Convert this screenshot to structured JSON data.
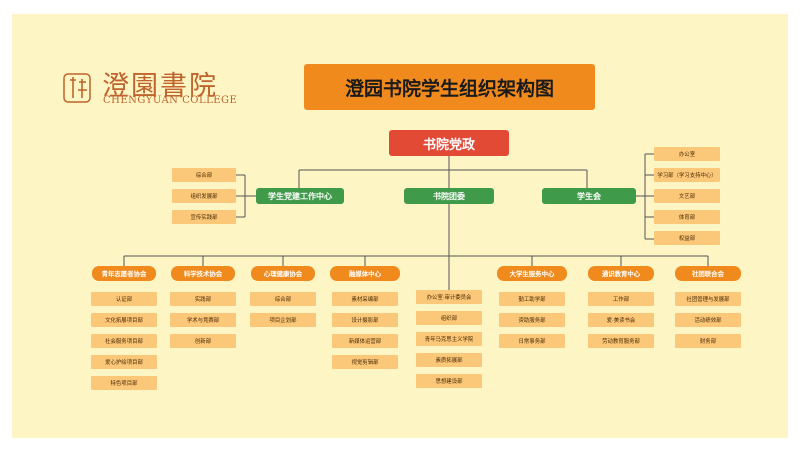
{
  "logo": {
    "name_cn": "澄園書院",
    "name_en": "CHENGYUAN COLLEGE"
  },
  "title": "澄园书院学生组织架构图",
  "top": "书院党政",
  "mid": {
    "left": "学生党建工作中心",
    "center": "书院团委",
    "right": "学生会"
  },
  "left_items": [
    "综合部",
    "组织发展部",
    "宣传实践部"
  ],
  "right_items": [
    "办公室",
    "学习部（学习支持中心）",
    "文艺部",
    "体育部",
    "权益部"
  ],
  "columns": [
    {
      "head": "青年志愿者协会",
      "items": [
        "认证部",
        "文化拓展项目部",
        "社会服务项目部",
        "爱心护绘项目部",
        "特色项目部"
      ]
    },
    {
      "head": "科学技术协会",
      "items": [
        "实践部",
        "学术与竞赛部",
        "创新部"
      ]
    },
    {
      "head": "心理健康协会",
      "items": [
        "综合部",
        "项目企划部"
      ]
    },
    {
      "head": "融媒体中心",
      "items": [
        "素材采编部",
        "设计摄影部",
        "新媒体运营部",
        "视觉剪辑部"
      ]
    },
    {
      "head": "",
      "items": [
        "办公室·审计委员会",
        "组织部",
        "青年马克思主义学院",
        "素质拓展部",
        "思想建设部"
      ]
    },
    {
      "head": "大学生服务中心",
      "items": [
        "勤工助学部",
        "资助服务部",
        "日常事务部"
      ]
    },
    {
      "head": "通识教育中心",
      "items": [
        "工作部",
        "爱·美读书会",
        "劳动教育服务部"
      ]
    },
    {
      "head": "社团联合会",
      "items": [
        "社团管理与发展部",
        "活动绩效部",
        "财务部"
      ]
    }
  ],
  "colors": {
    "orange": "#f08a1c",
    "green": "#3f9a49",
    "red": "#e24a36",
    "item": "#fbc87a",
    "bg": "#fdf5c4"
  }
}
